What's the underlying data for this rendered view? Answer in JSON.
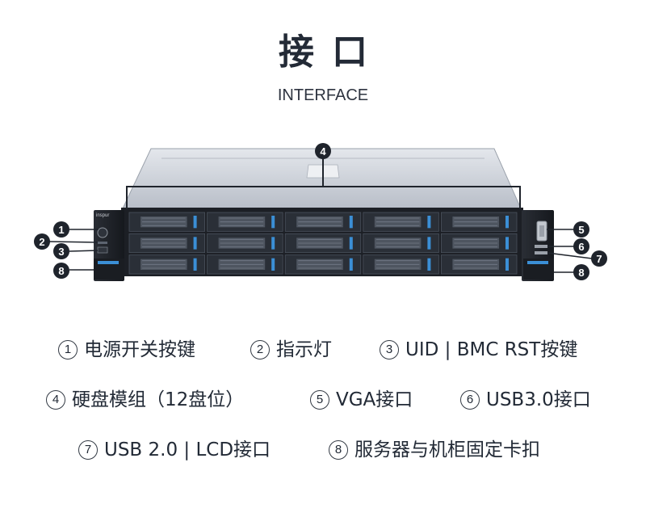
{
  "header": {
    "title": "接口",
    "subtitle": "INTERFACE"
  },
  "callouts": {
    "c1": "1",
    "c2": "2",
    "c3": "3",
    "c4": "4",
    "c5": "5",
    "c6": "6",
    "c7": "7",
    "c8": "8"
  },
  "server": {
    "brand": "inspur",
    "drive_bays": {
      "rows": 3,
      "columns": 5,
      "count": 15
    }
  },
  "legend": [
    {
      "num": "1",
      "label": "电源开关按键"
    },
    {
      "num": "2",
      "label": "指示灯"
    },
    {
      "num": "3",
      "label": "UID | BMC RST按键"
    },
    {
      "num": "4",
      "label": "硬盘模组（12盘位）"
    },
    {
      "num": "5",
      "label": "VGA接口"
    },
    {
      "num": "6",
      "label": "USB3.0接口"
    },
    {
      "num": "7",
      "label": "USB 2.0 | LCD接口"
    },
    {
      "num": "8",
      "label": "服务器与机柜固定卡扣"
    }
  ],
  "colors": {
    "chassis_top": "#c9ced6",
    "front_panel": "#1c1f25",
    "drive_accent": "#3b8fd6",
    "callout": "#1f242c",
    "text": "#222a36"
  }
}
